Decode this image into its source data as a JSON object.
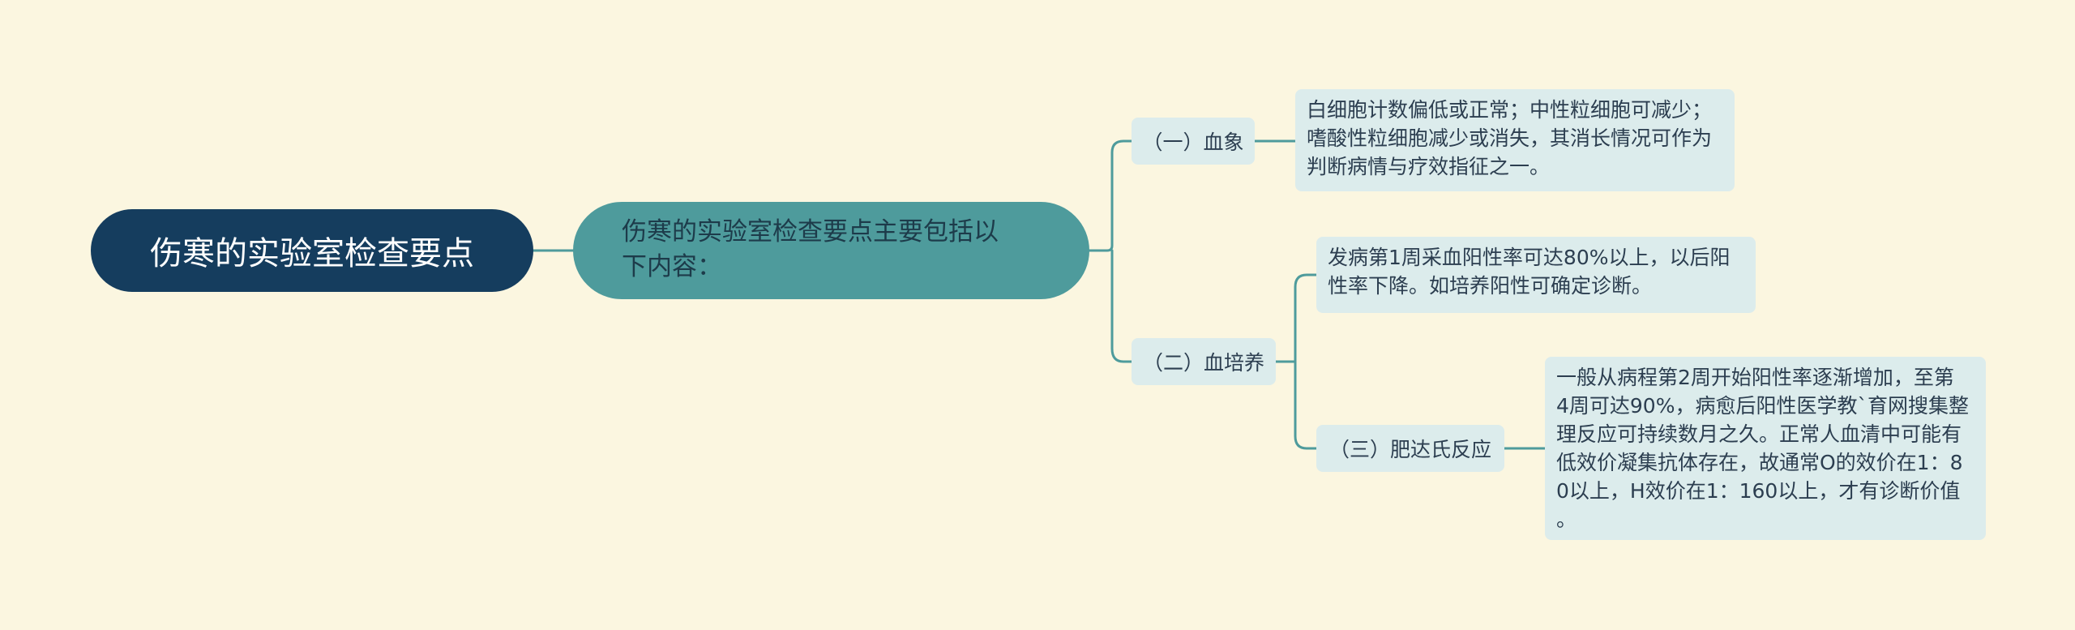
{
  "root": {
    "label": "伤寒的实验室检查要点"
  },
  "main": {
    "lines": [
      "伤寒的实验室检查要点主要包括以",
      "下内容："
    ]
  },
  "branches": [
    {
      "label": "（一）血象",
      "details": [
        {
          "lines": [
            "白细胞计数偏低或正常；中性粒细胞可减少；",
            "嗜酸性粒细胞减少或消失，其消长情况可作为",
            "判断病情与疗效指征之一。"
          ]
        }
      ]
    },
    {
      "label": "（二）血培养",
      "details": [
        {
          "lines": [
            "发病第1周采血阳性率可达80%以上，以后阳",
            "性率下降。如培养阳性可确定诊断。"
          ]
        }
      ]
    },
    {
      "label": "（三）肥达氏反应",
      "details": [
        {
          "lines": [
            "一般从病程第2周开始阳性率逐渐增加，至第",
            "4周可达90%，病愈后阳性医学教`育网搜集整",
            "理反应可持续数月之久。正常人血清中可能有",
            "低效价凝集抗体存在，故通常O的效价在1：8",
            "0以上，H效价在1：160以上，才有诊断价值",
            "。"
          ]
        }
      ]
    }
  ],
  "colors": {
    "background": "#fbf6e0",
    "root_fill": "#153d5e",
    "main_fill": "#4e9b9c",
    "node_fill": "#dcecec",
    "connector": "#4e9b9c"
  }
}
